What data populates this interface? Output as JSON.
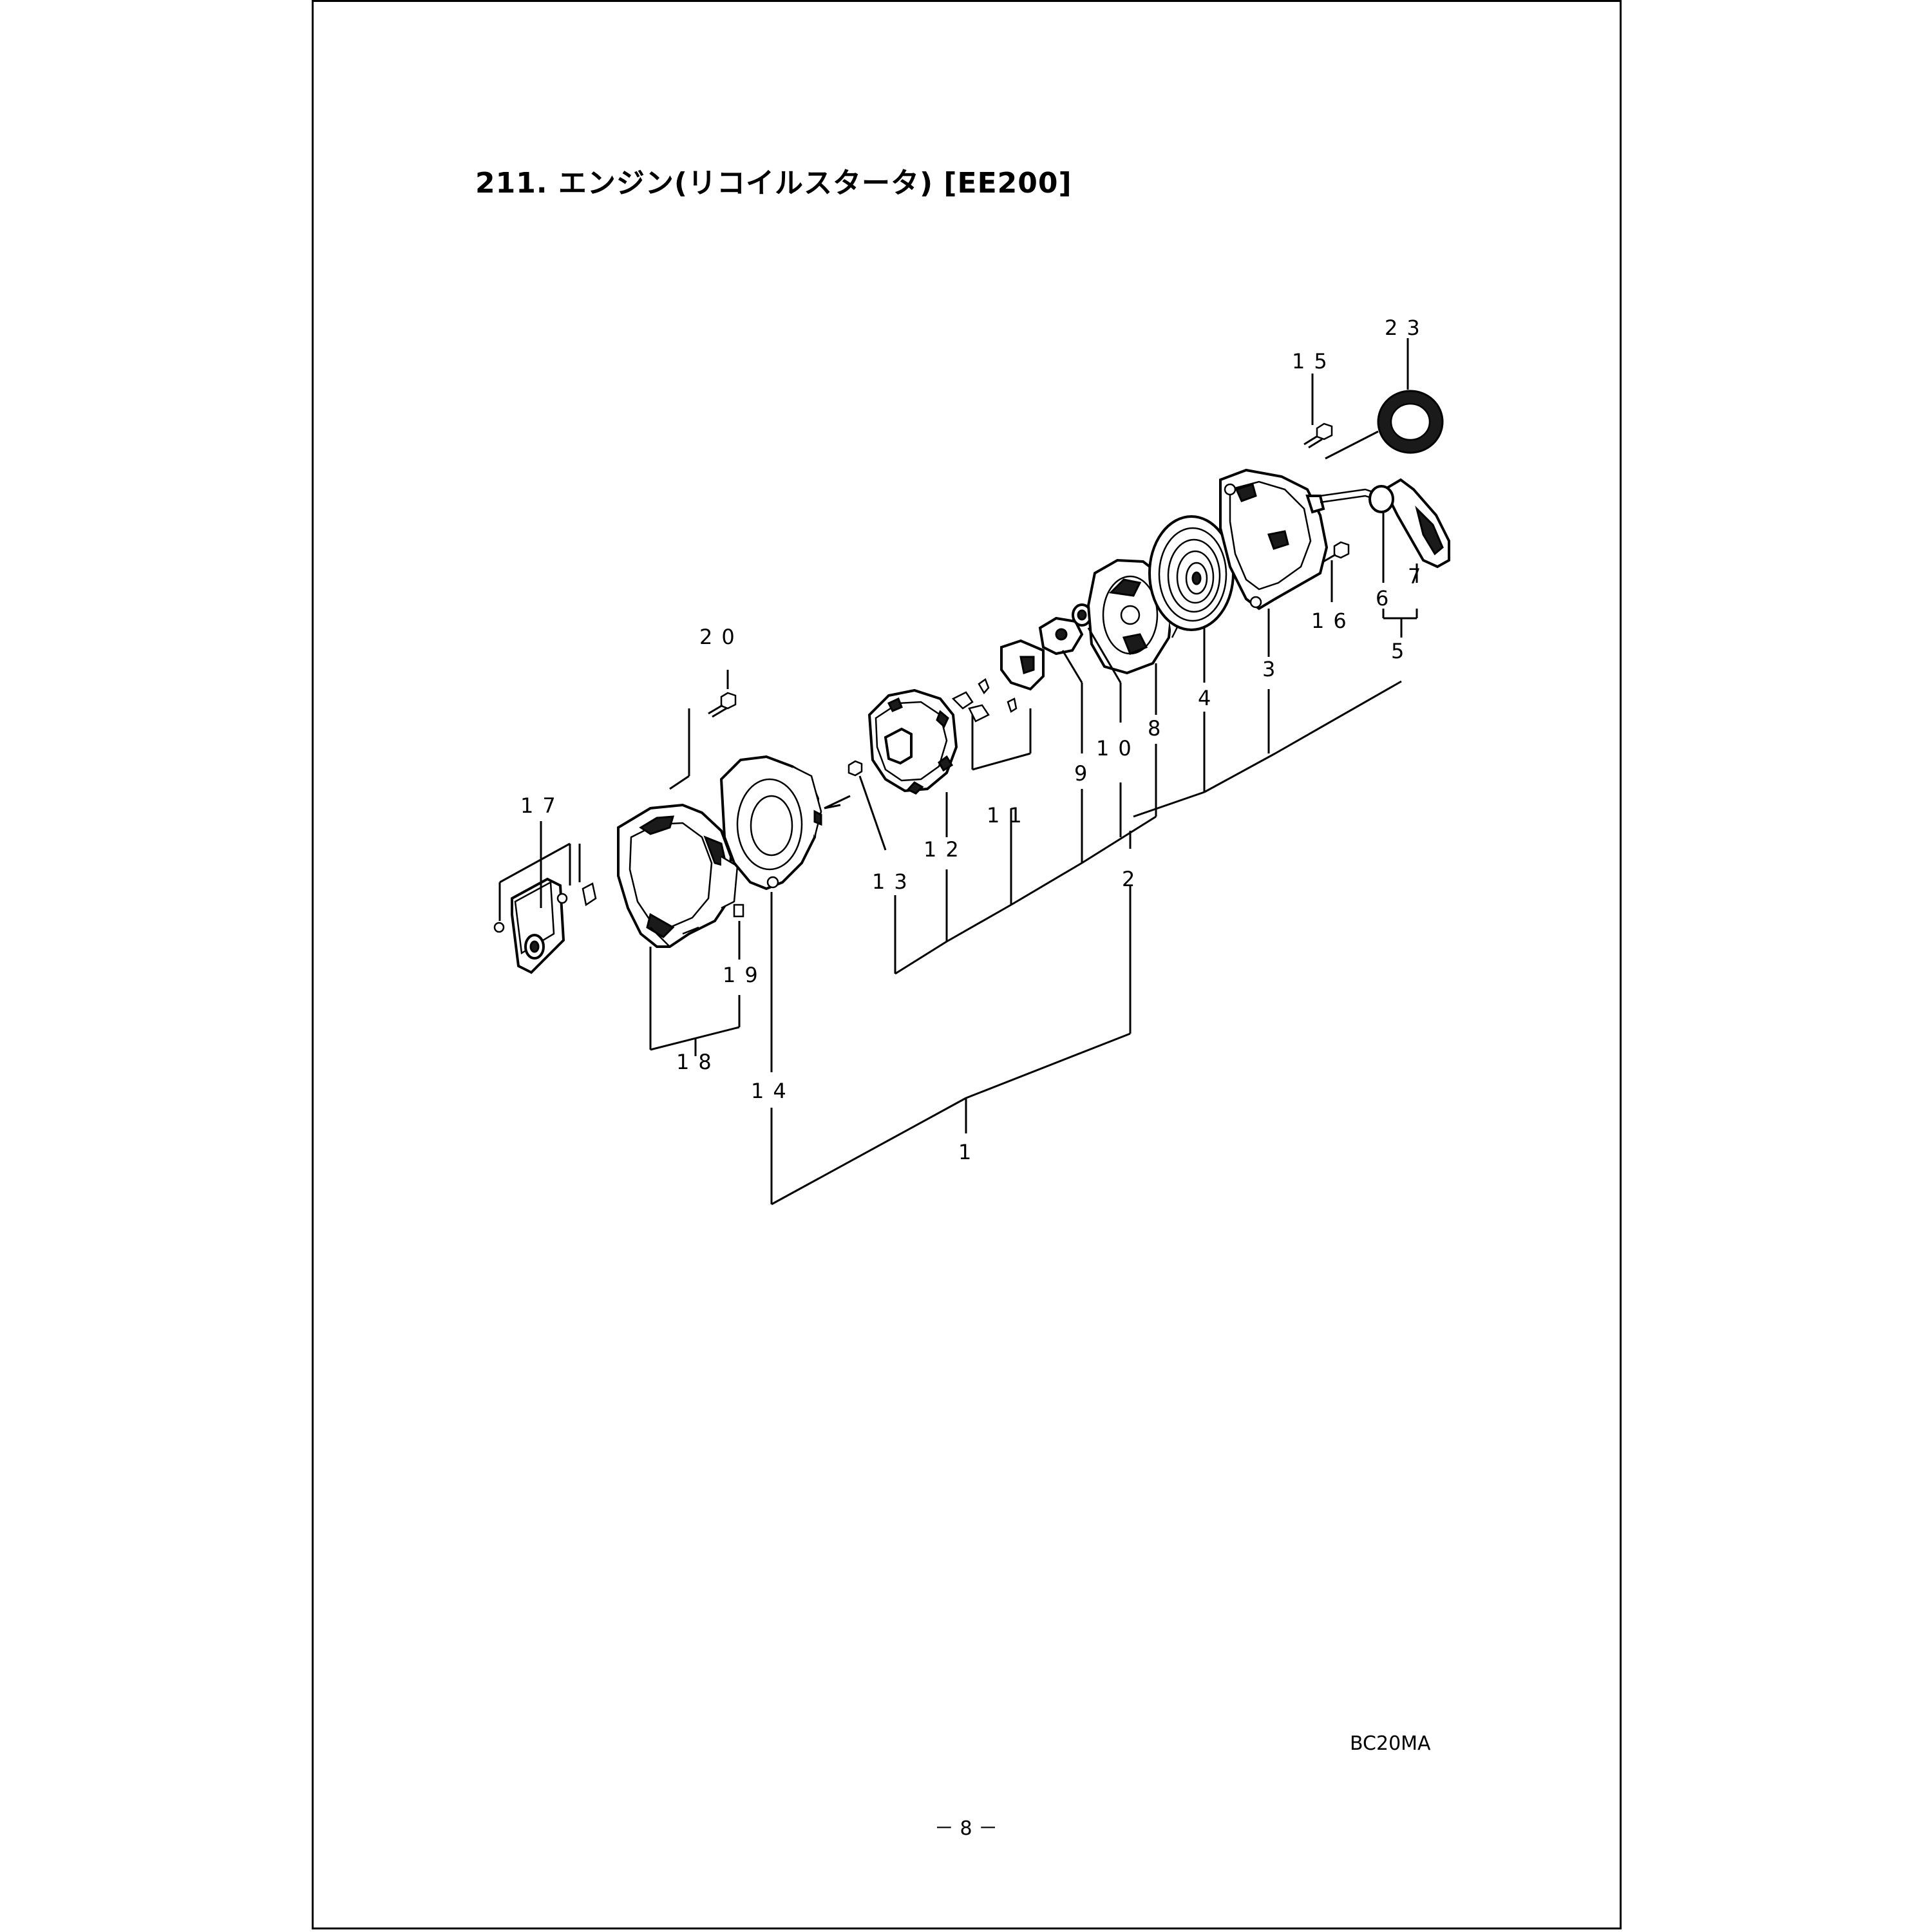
{
  "title": "211. エンジン(リコイルスタータ) [EE200]",
  "model_code": "BC20MA",
  "page_number": "－ 8 －",
  "callouts": {
    "c1": "1",
    "c2": "2",
    "c3": "3",
    "c4": "4",
    "c5": "5",
    "c6": "6",
    "c7": "7",
    "c8": "8",
    "c9": "9",
    "c10": "10",
    "c11": "11",
    "c12": "12",
    "c13": "13",
    "c14": "14",
    "c15": "15",
    "c16": "16",
    "c17": "17",
    "c18": "18",
    "c19": "19",
    "c20": "20",
    "c23": "23"
  }
}
